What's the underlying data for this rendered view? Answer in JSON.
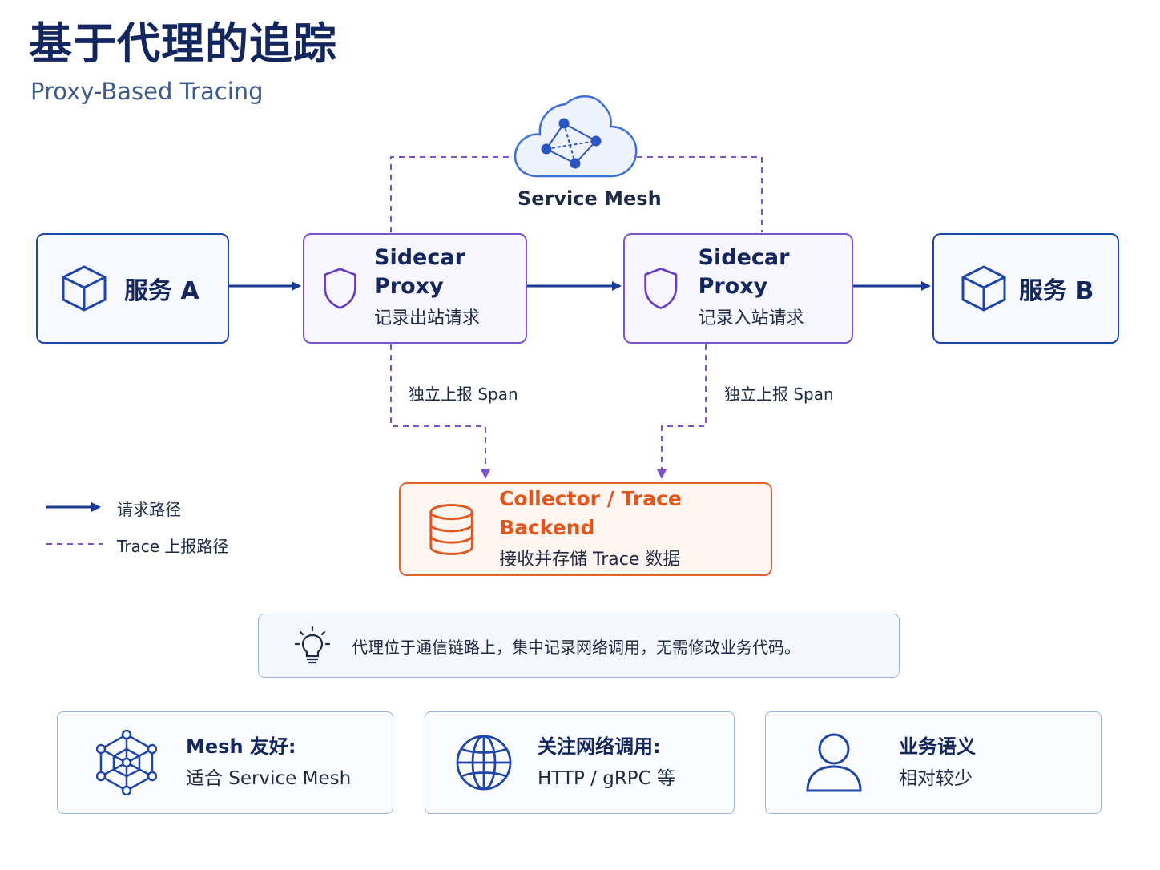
{
  "title": "基于代理的追踪",
  "subtitle": "Proxy-Based Tracing",
  "mesh": {
    "label": "Service Mesh",
    "icon": "cloud-network-icon"
  },
  "service_a": {
    "label": "服务 A",
    "icon": "cube-icon"
  },
  "service_b": {
    "label": "服务 B",
    "icon": "cube-icon"
  },
  "proxy_out": {
    "title": "Sidecar Proxy",
    "subtitle": "记录出站请求",
    "icon": "shield-icon"
  },
  "proxy_in": {
    "title": "Sidecar Proxy",
    "subtitle": "记录入站请求",
    "icon": "shield-icon"
  },
  "report_left": "独立上报 Span",
  "report_right": "独立上报 Span",
  "collector": {
    "title": "Collector / Trace Backend",
    "subtitle": "接收并存储 Trace 数据",
    "icon": "database-icon"
  },
  "legend": {
    "solid": "请求路径",
    "dashed": "Trace 上报路径"
  },
  "tip": {
    "text": "代理位于通信链路上，集中记录网络调用，无需修改业务代码。",
    "icon": "lightbulb-icon"
  },
  "cards": [
    {
      "title": "Mesh 友好:",
      "subtitle": "适合 Service Mesh",
      "icon": "mesh-network-icon"
    },
    {
      "title": "关注网络调用:",
      "subtitle": "HTTP / gRPC 等",
      "icon": "globe-icon"
    },
    {
      "title": "业务语义",
      "subtitle": "相对较少",
      "icon": "user-icon"
    }
  ],
  "colors": {
    "request": "#1a3a94",
    "trace": "#7a52c9",
    "collector": "#e4622e",
    "title": "#13265e"
  }
}
